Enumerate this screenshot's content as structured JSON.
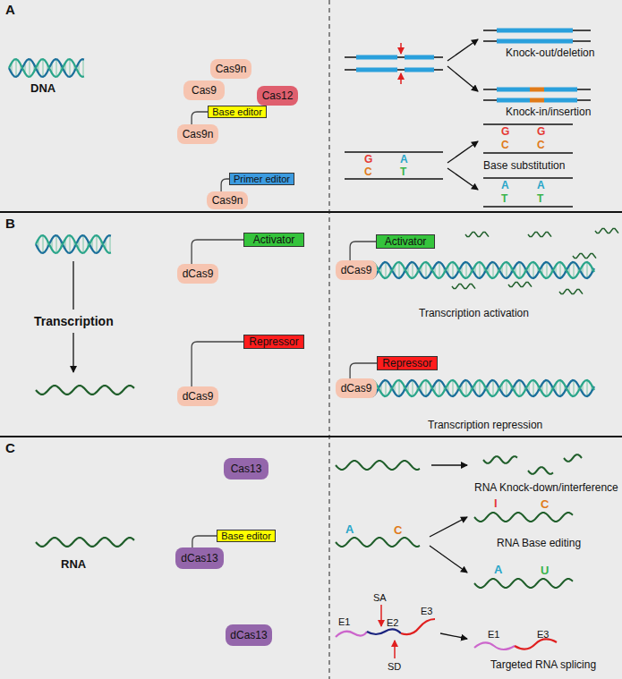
{
  "diagram": {
    "nodes": [
      {
        "text": [
          "Cas9n"
        ]
      },
      {
        "text": [
          "Cas9"
        ]
      },
      {
        "text": [
          "Cas12"
        ]
      },
      {
        "text": [
          "Base editor"
        ]
      },
      {
        "text": [
          "Cas9n"
        ]
      },
      {
        "text": [
          "Primer editor"
        ]
      },
      {
        "text": [
          "Cas9n"
        ]
      },
      {
        "text": [
          "Activator"
        ]
      },
      {
        "text": [
          "dCas9"
        ]
      },
      {
        "text": [
          "Activator"
        ]
      },
      {
        "text": [
          "dCas9"
        ]
      },
      {
        "text": [
          "Repressor"
        ]
      },
      {
        "text": [
          "dCas9"
        ]
      },
      {
        "text": [
          "Repressor"
        ]
      },
      {
        "text": [
          "dCas9"
        ]
      },
      {
        "text": [
          "Cas13"
        ]
      },
      {
        "text": [
          "Base editor"
        ]
      },
      {
        "text": [
          "dCas13"
        ]
      },
      {
        "text": [
          "dCas13"
        ]
      }
    ],
    "edges": [
      {
        "from": 4,
        "to": 3,
        "arrow": "none"
      },
      {
        "from": 6,
        "to": 5,
        "arrow": "none"
      },
      {
        "from": 8,
        "to": 7,
        "arrow": "none"
      },
      {
        "from": 10,
        "to": 9,
        "arrow": "none"
      },
      {
        "from": 12,
        "to": 11,
        "arrow": "none"
      },
      {
        "from": 14,
        "to": 13,
        "arrow": "none"
      },
      {
        "from": 17,
        "to": 16,
        "arrow": "none"
      }
    ],
    "labels": [
      "A",
      "DNA",
      "Knock-out/deletion",
      "Knock-in/insertion",
      "G",
      "C",
      "A",
      "T",
      "G",
      "C",
      "G",
      "C",
      "Base substitution",
      "A",
      "T",
      "A",
      "T",
      "B",
      "Transcription",
      "Transcription activation",
      "Transcription repression",
      "C",
      "RNA",
      "RNA Knock-down/interference",
      "A",
      "C",
      "I",
      "C",
      "RNA Base editing",
      "A",
      "U",
      "SA",
      "E1",
      "E2",
      "E3",
      "SD",
      "E1",
      "E3",
      "Targeted RNA splicing"
    ]
  }
}
